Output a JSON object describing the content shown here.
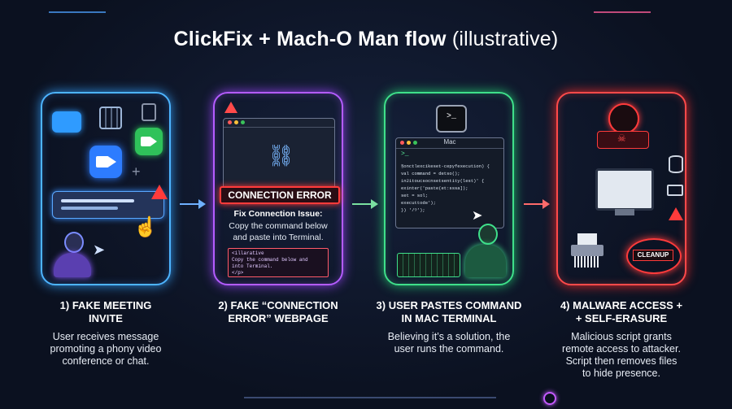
{
  "title": {
    "main": "ClickFix + Mach-O Man flow",
    "suffix": "(illustrative)"
  },
  "steps": [
    {
      "heading_line1": "1) FAKE MEETING",
      "heading_line2": "INVITE",
      "desc": [
        "User receives message",
        "promoting a phony video",
        "conference or chat."
      ],
      "color": "#4db4ff"
    },
    {
      "heading_line1": "2) FAKE “CONNECTION",
      "heading_line2": "ERROR” WEBPAGE",
      "desc": [],
      "color": "#b45cff"
    },
    {
      "heading_line1": "3) USER PASTES COMMAND",
      "heading_line2": "IN MAC TERMINAL",
      "desc": [
        "Believing it’s a solution, the",
        "user runs the command."
      ],
      "color": "#3fe08a"
    },
    {
      "heading_line1": "4) MALWARE ACCESS +",
      "heading_line2": "+ SELF-ERASURE",
      "desc": [
        "Malicious script grants",
        "remote access to attacker.",
        "Script then removes files",
        "to hide presence."
      ],
      "color": "#ff4a4a"
    }
  ],
  "panel2": {
    "error_banner": "CONNECTION ERROR",
    "fix_title": "Fix Connection Issue:",
    "fix_text": [
      "Copy the command below",
      "and paste into Terminal."
    ],
    "code": [
      "<illarative",
      "  Copy the command below and",
      "  into Terminal.",
      "</p>"
    ]
  },
  "panel3": {
    "terminal_prompt": ">_",
    "window_title": "Mac",
    "window_prompt": ">_",
    "code": [
      "§onctlexcikeset-cepyfexecution) {",
      "  val command = detso();",
      "  in2itoucsocnsetsentity(lest)' {",
      "    exinter('paste(et:sssa]);",
      "    set = sol;",
      "    executtode');",
      "  }) '/?');"
    ]
  },
  "panel4": {
    "cleanup_label": "CLEANUP"
  },
  "colors": {
    "blue": "#4db4ff",
    "purple": "#b45cff",
    "green": "#3fe08a",
    "red": "#ff4a4a"
  }
}
